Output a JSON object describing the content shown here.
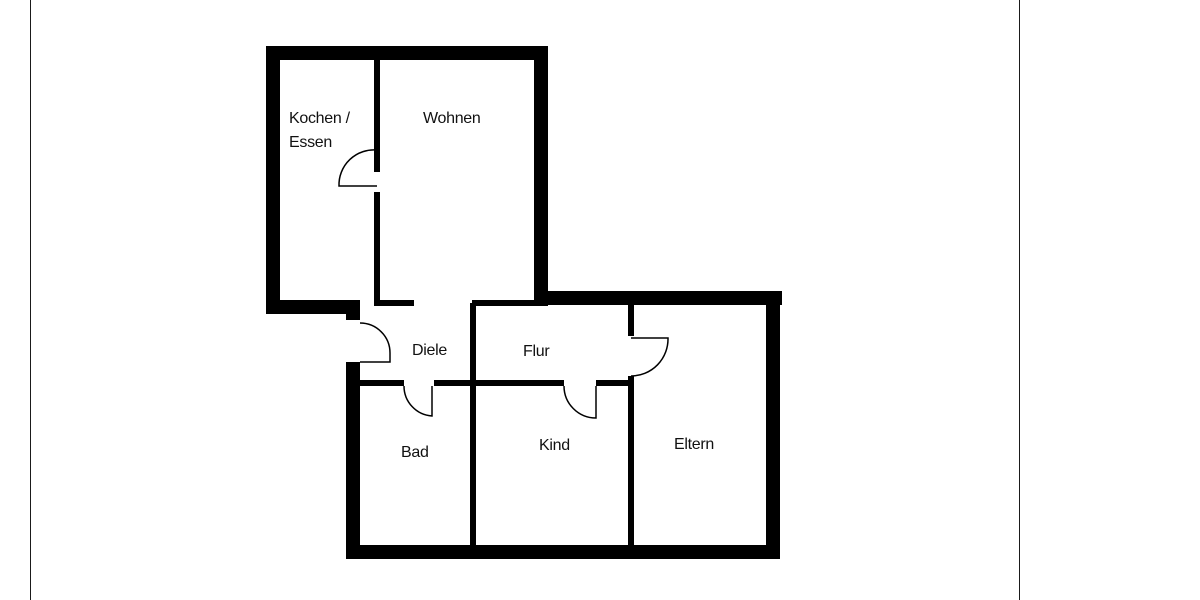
{
  "floor_plan": {
    "rooms": {
      "kochen_essen": {
        "line1": "Kochen /",
        "line2": "Essen"
      },
      "wohnen": "Wohnen",
      "diele": "Diele",
      "flur": "Flur",
      "bad": "Bad",
      "kind": "Kind",
      "eltern": "Eltern"
    }
  },
  "colors": {
    "wall": "#000000",
    "background": "#ffffff",
    "frame": "#1a1a1a"
  }
}
